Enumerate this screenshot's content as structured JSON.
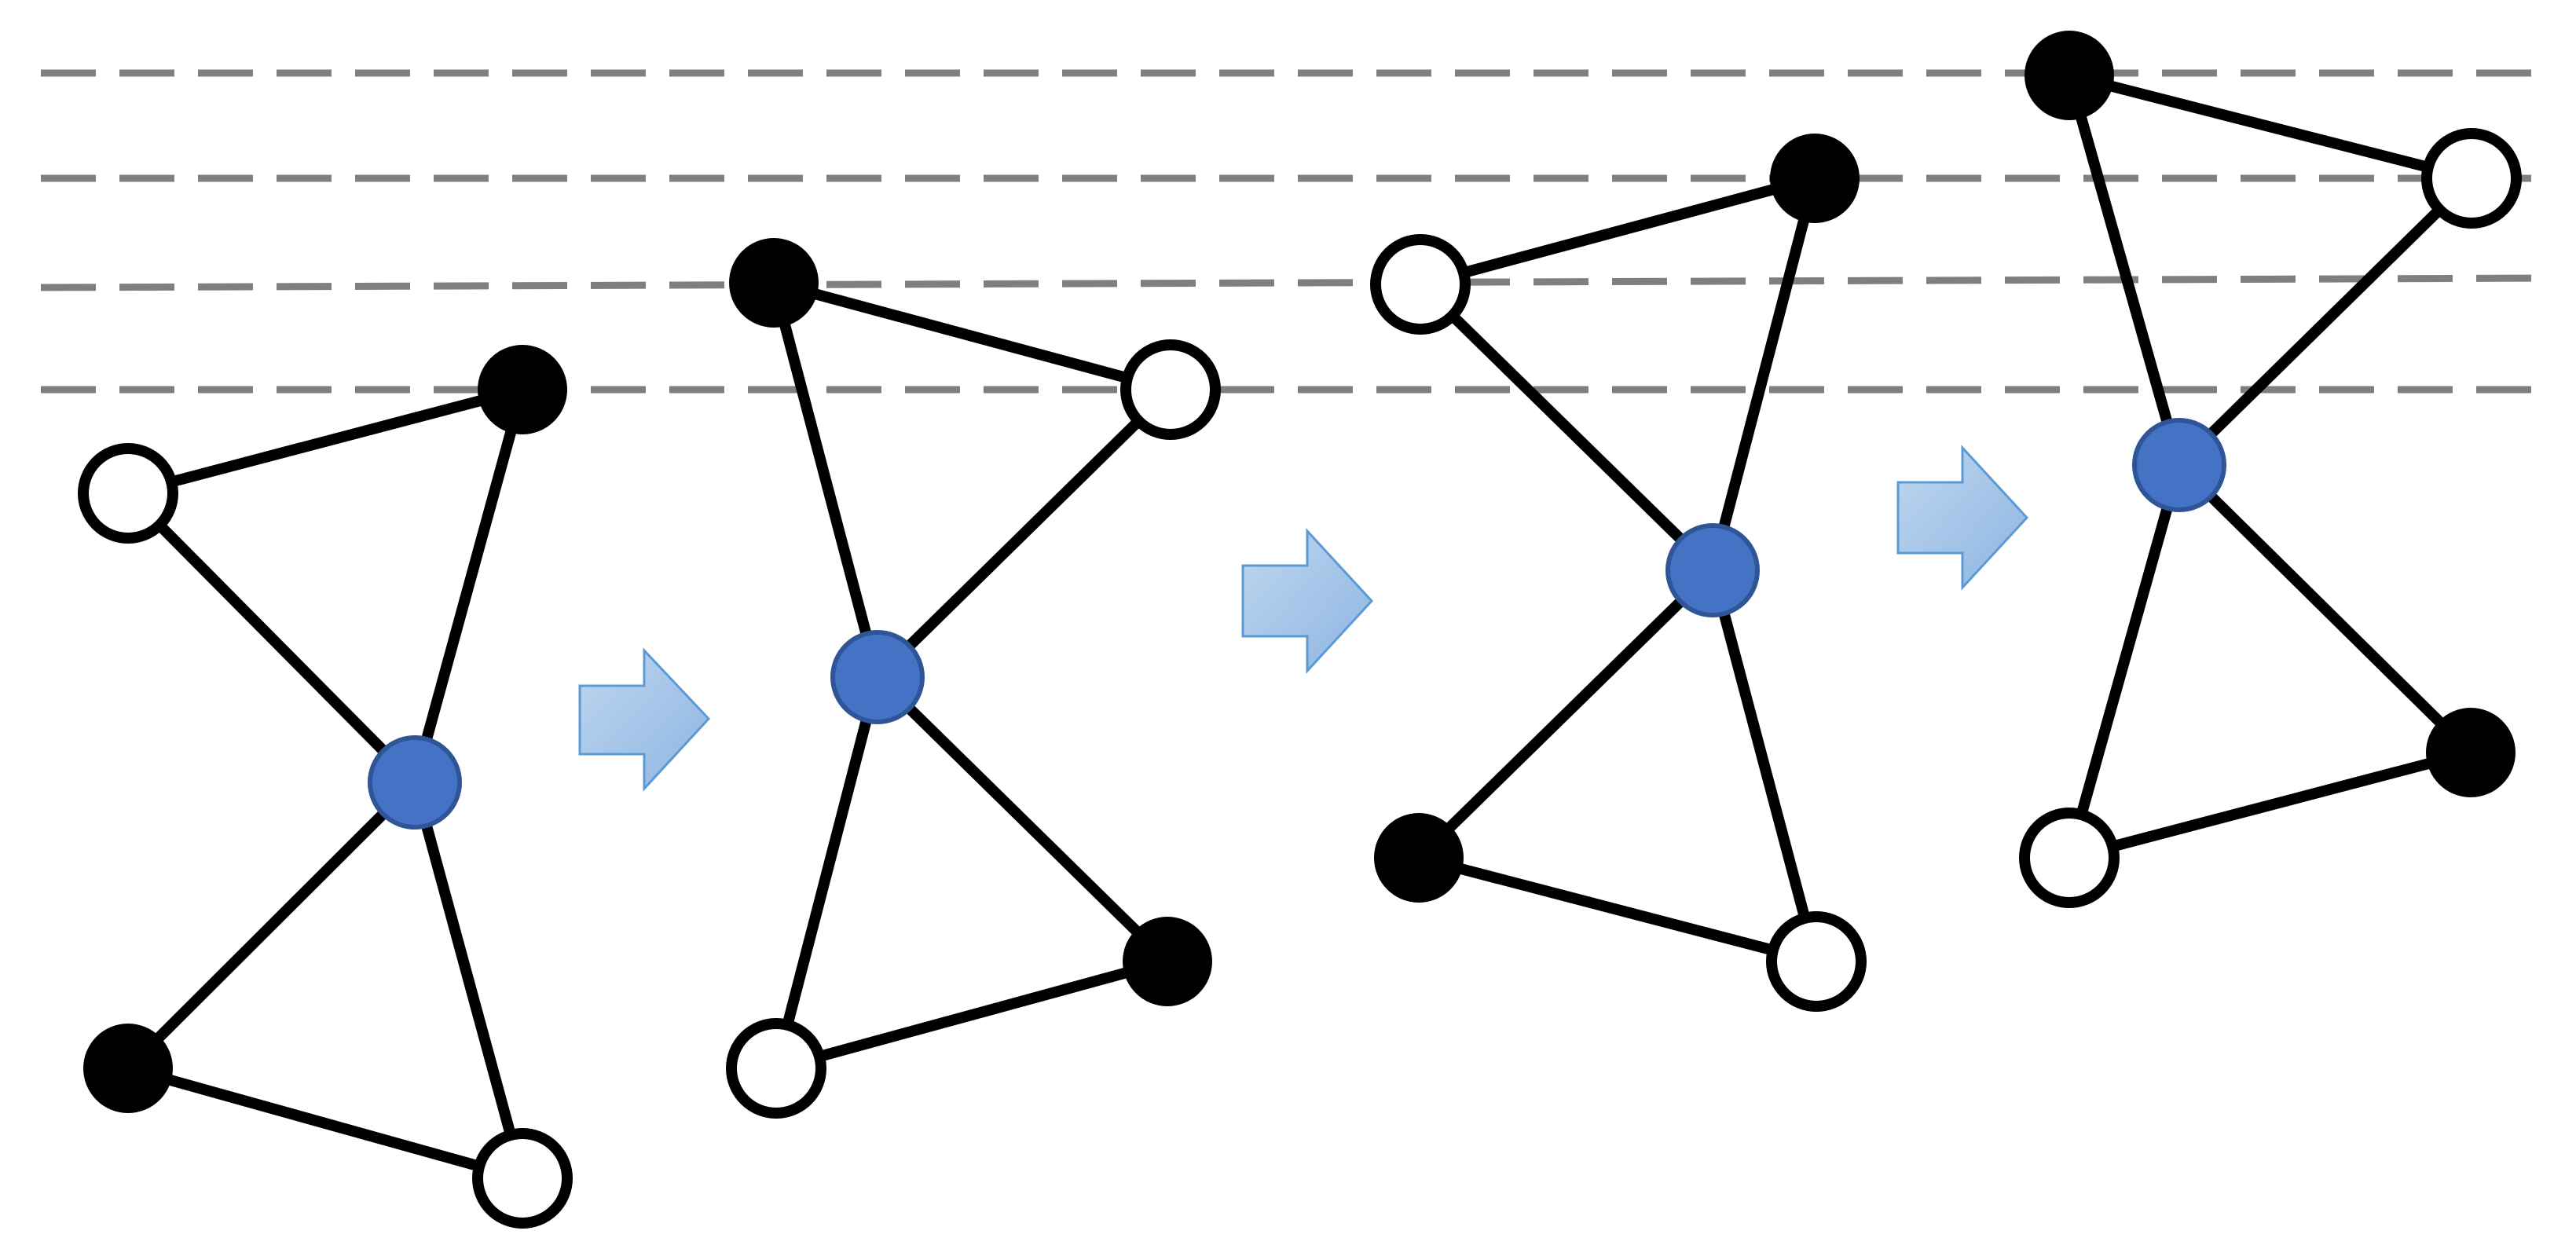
{
  "colors": {
    "background": "#ffffff",
    "guide_line": "#7f7f7f",
    "edge": "#000000",
    "node_filled": "#000000",
    "node_hollow_fill": "#ffffff",
    "node_center_fill": "#4472c4",
    "node_center_stroke": "#2f5597",
    "arrow_fill_light": "#bdd7ee",
    "arrow_fill_dark": "#8fb4e3",
    "arrow_stroke": "#5b9bd5"
  },
  "guide_line_count": 4,
  "stage_count": 4,
  "transition_arrow_count": 3,
  "node_types": {
    "center": "blue-filled",
    "outer_a": "black-filled",
    "outer_b": "white-hollow"
  },
  "edges_per_stage": [
    [
      "center",
      "upper-black"
    ],
    [
      "center",
      "upper-white"
    ],
    [
      "upper-black",
      "upper-white"
    ],
    [
      "center",
      "lower-black"
    ],
    [
      "center",
      "lower-white"
    ],
    [
      "lower-black",
      "lower-white"
    ]
  ]
}
